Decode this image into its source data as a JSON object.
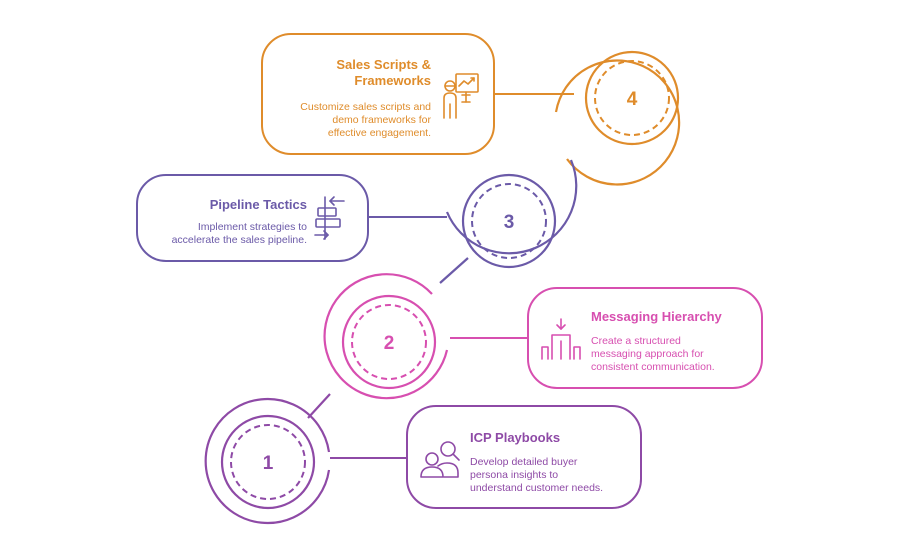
{
  "colors": {
    "step1": "#8e4aa6",
    "step2": "#d74fb0",
    "step3": "#6b5aa8",
    "step4": "#df8c2b"
  },
  "steps": [
    {
      "number": "1",
      "title": "ICP Playbooks",
      "description_lines": [
        "Develop detailed buyer",
        "persona insights to",
        "understand customer needs."
      ],
      "icon": "users-search-icon"
    },
    {
      "number": "2",
      "title": "Messaging Hierarchy",
      "description_lines": [
        "Create a structured",
        "messaging approach for",
        "consistent communication."
      ],
      "icon": "hierarchy-arrow-icon"
    },
    {
      "number": "3",
      "title": "Pipeline Tactics",
      "description_lines": [
        "Implement strategies to",
        "accelerate the sales pipeline."
      ],
      "icon": "align-arrows-icon"
    },
    {
      "number": "4",
      "title_lines": [
        "Sales Scripts &",
        "Frameworks"
      ],
      "description_lines": [
        "Customize sales scripts and",
        "demo frameworks for",
        "effective engagement."
      ],
      "icon": "presenter-chart-icon"
    }
  ]
}
